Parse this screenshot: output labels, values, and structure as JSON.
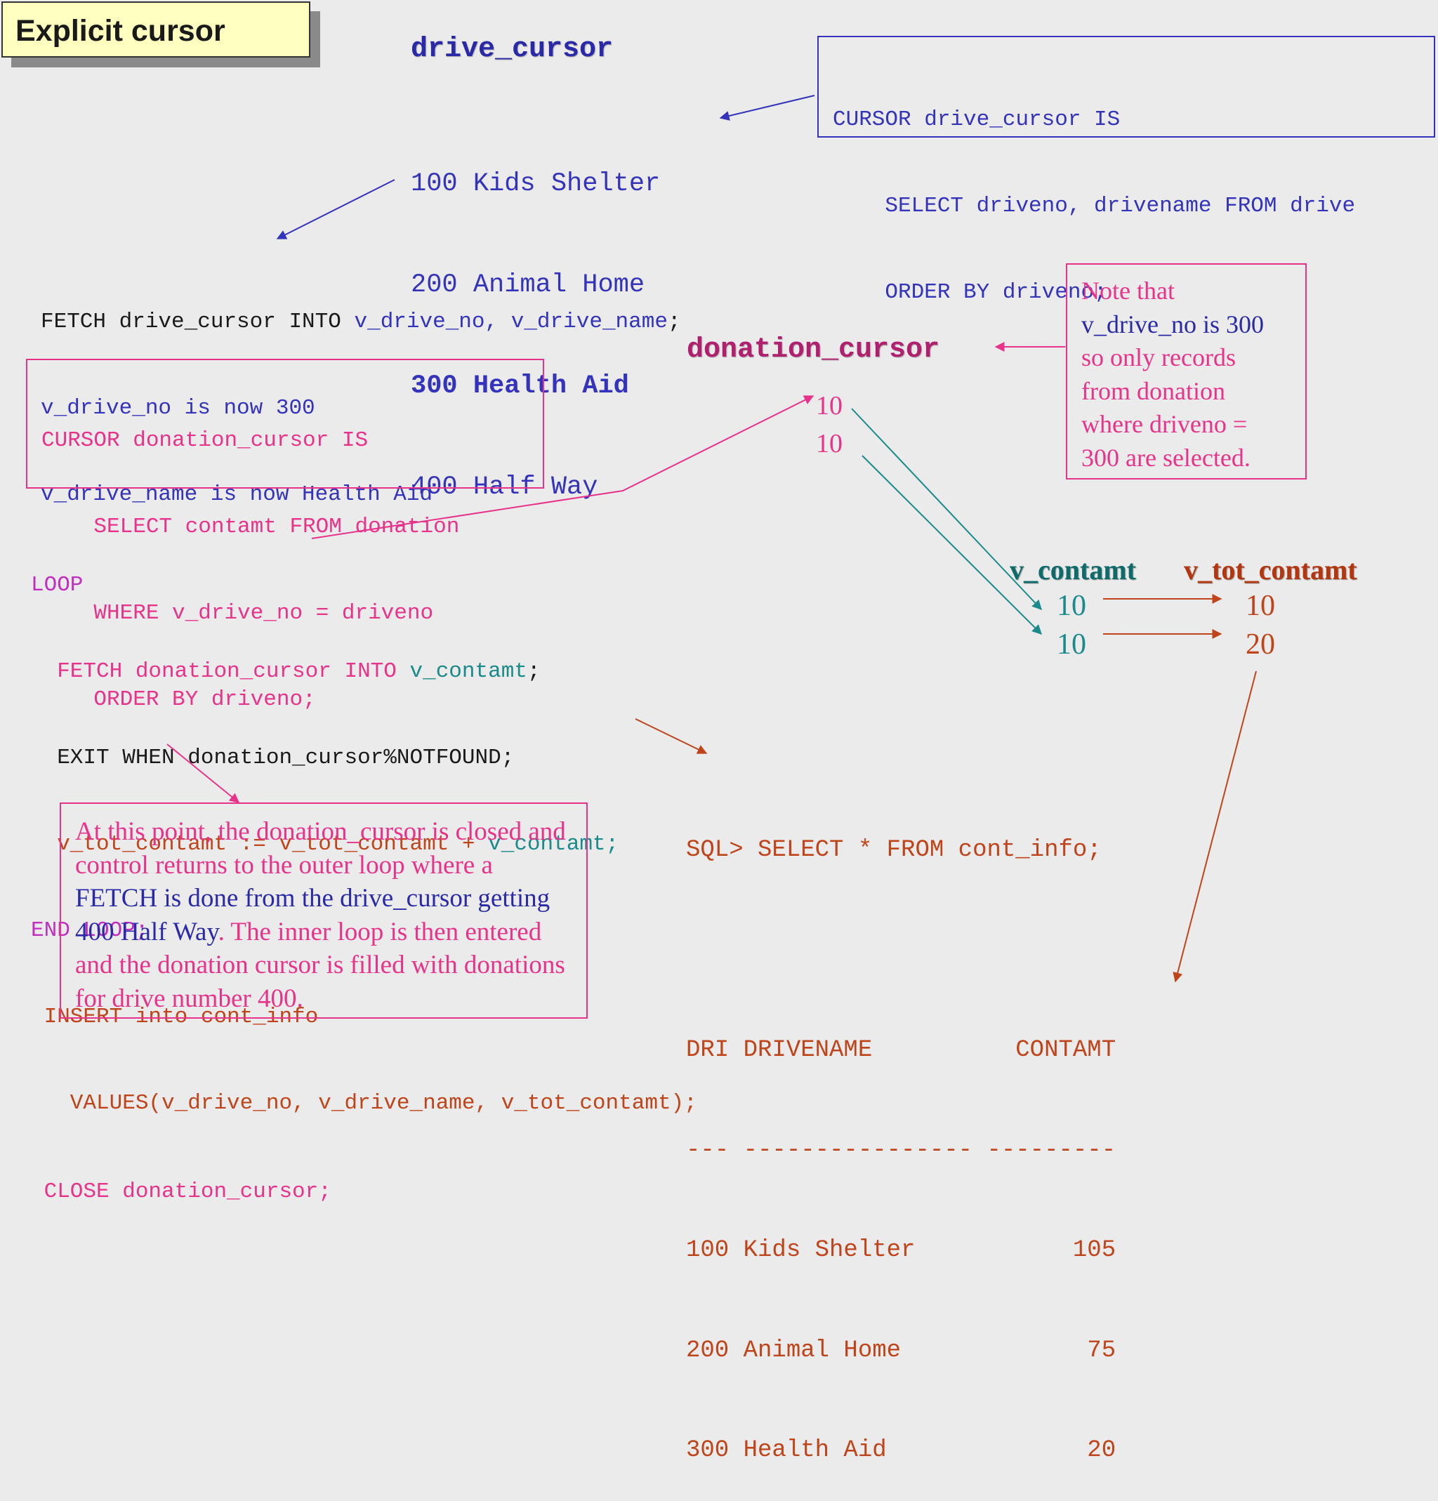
{
  "title": "Explicit cursor",
  "drive_cursor": {
    "name": "drive_cursor",
    "rows": [
      "100 Kids Shelter",
      "200 Animal Home",
      "300 Health Aid",
      "400 Half Way"
    ],
    "current_row_index": 2
  },
  "drive_cursor_decl": [
    "CURSOR drive_cursor IS",
    "    SELECT driveno, drivename FROM drive",
    "    ORDER BY driveno;"
  ],
  "fetch_drive": {
    "keyword": "FETCH drive_cursor INTO ",
    "vars": "v_drive_no, v_drive_name",
    "end": ";",
    "note1": "v_drive_no is now 300",
    "note2": "v_drive_name is now Health Aid"
  },
  "donation_cursor_decl": [
    "CURSOR donation_cursor IS",
    "    SELECT contamt FROM donation",
    "    WHERE v_drive_no = driveno",
    "    ORDER BY driveno;"
  ],
  "donation_cursor": {
    "name": "donation_cursor",
    "rows": [
      "10",
      "10"
    ]
  },
  "note_box": [
    "Note that",
    "v_drive_no is 300",
    "so only records",
    "from donation",
    "where driveno =",
    "300 are selected."
  ],
  "loop": {
    "start": "LOOP",
    "fetch_kw": "  FETCH donation_cursor INTO ",
    "fetch_var": "v_contamt",
    "fetch_end": ";",
    "exit": "  EXIT WHEN donation_cursor%NOTFOUND;",
    "sum_left": "  v_tot_contamt := v_tot_contamt + ",
    "sum_var": "v_contamt;",
    "end": "END LOOP;",
    "insert1": " INSERT into cont_info",
    "insert2": "   VALUES(v_drive_no, v_drive_name, v_tot_contamt);",
    "close": " CLOSE donation_cursor;"
  },
  "vars_table": {
    "col1_header": "v_contamt",
    "col2_header": "v_tot_contamt",
    "col1_values": [
      "10",
      "10"
    ],
    "col2_values": [
      "10",
      "20"
    ]
  },
  "explanation": {
    "part1": "At this point, the donation_cursor is closed and control returns to the outer loop where a ",
    "part2": "FETCH is done from the drive_cursor getting 400 Half Way",
    "part3": ".  The inner loop is then entered and the donation cursor is filled with donations for drive number 400."
  },
  "sql_output": {
    "query": "SQL> SELECT * FROM cont_info;",
    "header": "DRI DRIVENAME          CONTAMT",
    "rule": "--- ---------------- ---------",
    "rows": [
      "100 Kids Shelter           105",
      "200 Animal Home             75",
      "300 Health Aid              20"
    ]
  },
  "colors": {
    "blue": "#3333bb",
    "pink": "#e8338a",
    "teal": "#1a8a8a",
    "orange": "#c0441a",
    "title_bg": "#ffffc0"
  }
}
